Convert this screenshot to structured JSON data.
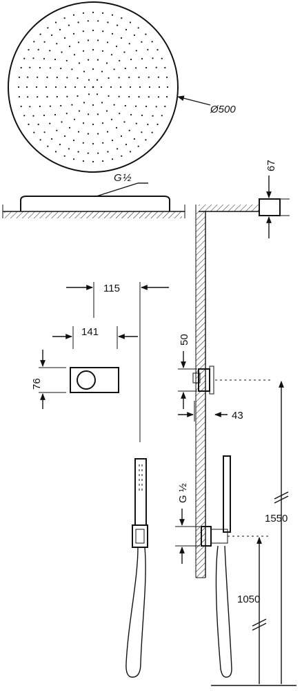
{
  "dimensions": {
    "diameter": "Ø500",
    "thread_top": "G",
    "thread_top_fraction": "½",
    "ceiling_depth": "67",
    "width_outer": "115",
    "width_plate": "141",
    "height_plate": "76",
    "spacing_upper": "50",
    "protrusion": "43",
    "thread_lower": "G",
    "thread_lower_fraction": "½",
    "height_upper": "1550",
    "height_lower": "1050"
  },
  "colors": {
    "line": "#111111",
    "background": "#ffffff"
  }
}
